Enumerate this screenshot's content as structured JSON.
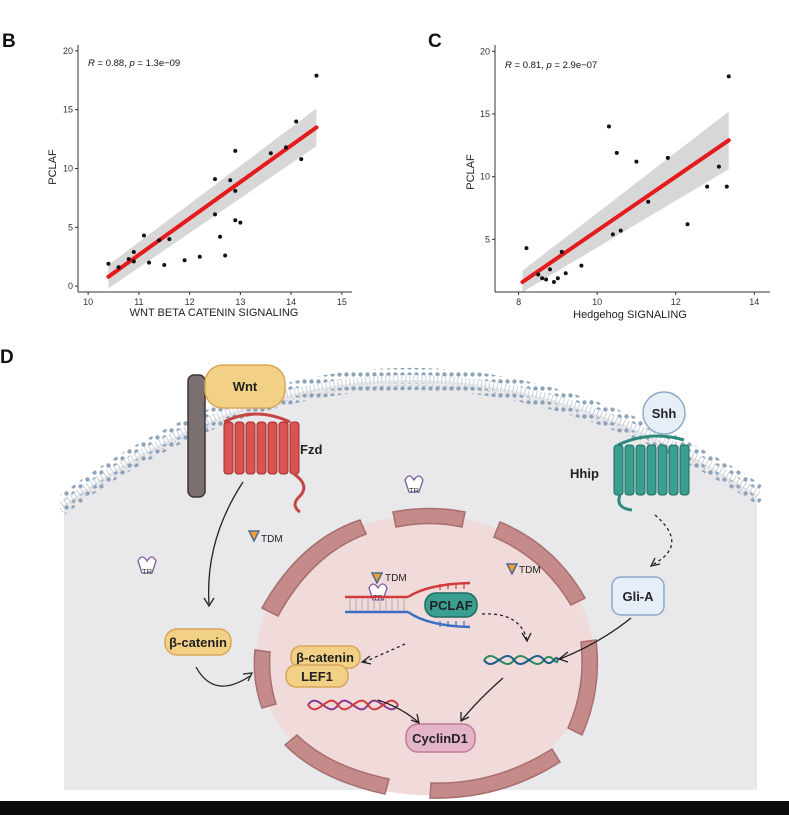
{
  "panels": {
    "B": "B",
    "C": "C",
    "D": "D"
  },
  "chart_data": [
    {
      "type": "scatter",
      "panel": "B",
      "xlabel": "WNT BETA CATENIN SIGNALING",
      "ylabel": "PCLAF",
      "annotation": {
        "R": "R",
        "p": "p",
        "text_r": " = 0.88, ",
        "text_p": " = 1.3e−09"
      },
      "xlim": [
        9.8,
        15.2
      ],
      "ylim": [
        -0.5,
        20.5
      ],
      "xticks": [
        10,
        11,
        12,
        13,
        14,
        15
      ],
      "yticks": [
        0,
        5,
        10,
        15,
        20
      ],
      "points": [
        [
          10.4,
          1.9
        ],
        [
          10.6,
          1.6
        ],
        [
          10.8,
          2.3
        ],
        [
          10.9,
          2.9
        ],
        [
          10.9,
          2.1
        ],
        [
          11.1,
          4.3
        ],
        [
          11.2,
          2.0
        ],
        [
          11.4,
          3.9
        ],
        [
          11.5,
          1.8
        ],
        [
          11.6,
          4.0
        ],
        [
          11.9,
          2.2
        ],
        [
          12.2,
          2.5
        ],
        [
          12.5,
          9.1
        ],
        [
          12.5,
          6.1
        ],
        [
          12.6,
          4.2
        ],
        [
          12.7,
          2.6
        ],
        [
          12.8,
          9.0
        ],
        [
          12.9,
          5.6
        ],
        [
          12.9,
          11.5
        ],
        [
          12.9,
          8.1
        ],
        [
          13.0,
          5.4
        ],
        [
          13.6,
          11.3
        ],
        [
          13.9,
          11.8
        ],
        [
          14.1,
          14.0
        ],
        [
          14.2,
          10.8
        ],
        [
          14.5,
          17.9
        ]
      ],
      "fit": {
        "x": [
          10.4,
          14.5
        ],
        "y": [
          0.8,
          13.5
        ],
        "band_lower": [
          -0.2,
          11.9
        ],
        "band_upper": [
          1.8,
          15.1
        ]
      }
    },
    {
      "type": "scatter",
      "panel": "C",
      "xlabel": "Hedgehog SIGNALING",
      "ylabel": "PCLAF",
      "annotation": {
        "R": "R",
        "p": "p",
        "text_r": " = 0.81, ",
        "text_p": " = 2.9e−07"
      },
      "xlim": [
        7.4,
        14.4
      ],
      "ylim": [
        0.8,
        20.5
      ],
      "xticks": [
        8,
        10,
        12,
        14
      ],
      "yticks": [
        5,
        10,
        15,
        20
      ],
      "points": [
        [
          8.2,
          4.3
        ],
        [
          8.5,
          2.2
        ],
        [
          8.6,
          1.9
        ],
        [
          8.7,
          1.8
        ],
        [
          8.8,
          2.6
        ],
        [
          8.9,
          1.6
        ],
        [
          9.0,
          1.9
        ],
        [
          9.1,
          4.0
        ],
        [
          9.2,
          2.3
        ],
        [
          9.6,
          2.9
        ],
        [
          10.3,
          14.0
        ],
        [
          10.4,
          5.4
        ],
        [
          10.5,
          11.9
        ],
        [
          10.6,
          5.7
        ],
        [
          11.0,
          11.2
        ],
        [
          11.3,
          8.0
        ],
        [
          11.8,
          11.5
        ],
        [
          12.3,
          6.2
        ],
        [
          12.8,
          9.2
        ],
        [
          13.1,
          10.8
        ],
        [
          13.3,
          9.2
        ],
        [
          13.35,
          18.0
        ]
      ],
      "fit": {
        "x": [
          8.1,
          13.35
        ],
        "y": [
          1.6,
          12.9
        ],
        "band_lower": [
          0.8,
          10.6
        ],
        "band_upper": [
          2.5,
          15.2
        ]
      }
    }
  ],
  "diagram": {
    "wnt": "Wnt",
    "fzd": "Fzd",
    "shh": "Shh",
    "hhip": "Hhip",
    "tr": "TR",
    "tdm": "TDM",
    "beta_catenin": "β-catenin",
    "lef1": "LEF1",
    "pclaf": "PCLAF",
    "gli_a": "Gli-A",
    "cyclin": "CyclinD1",
    "colors": {
      "wnt_fill": "#f2d086",
      "receptor_red": "#d9534f",
      "receptor_teal": "#3a9e91",
      "nucleus_fill": "#f0dada",
      "envelope": "#c58a8a",
      "cytoplasm": "#e9e9ec",
      "membrane_dots": "#8fa3b8"
    }
  }
}
